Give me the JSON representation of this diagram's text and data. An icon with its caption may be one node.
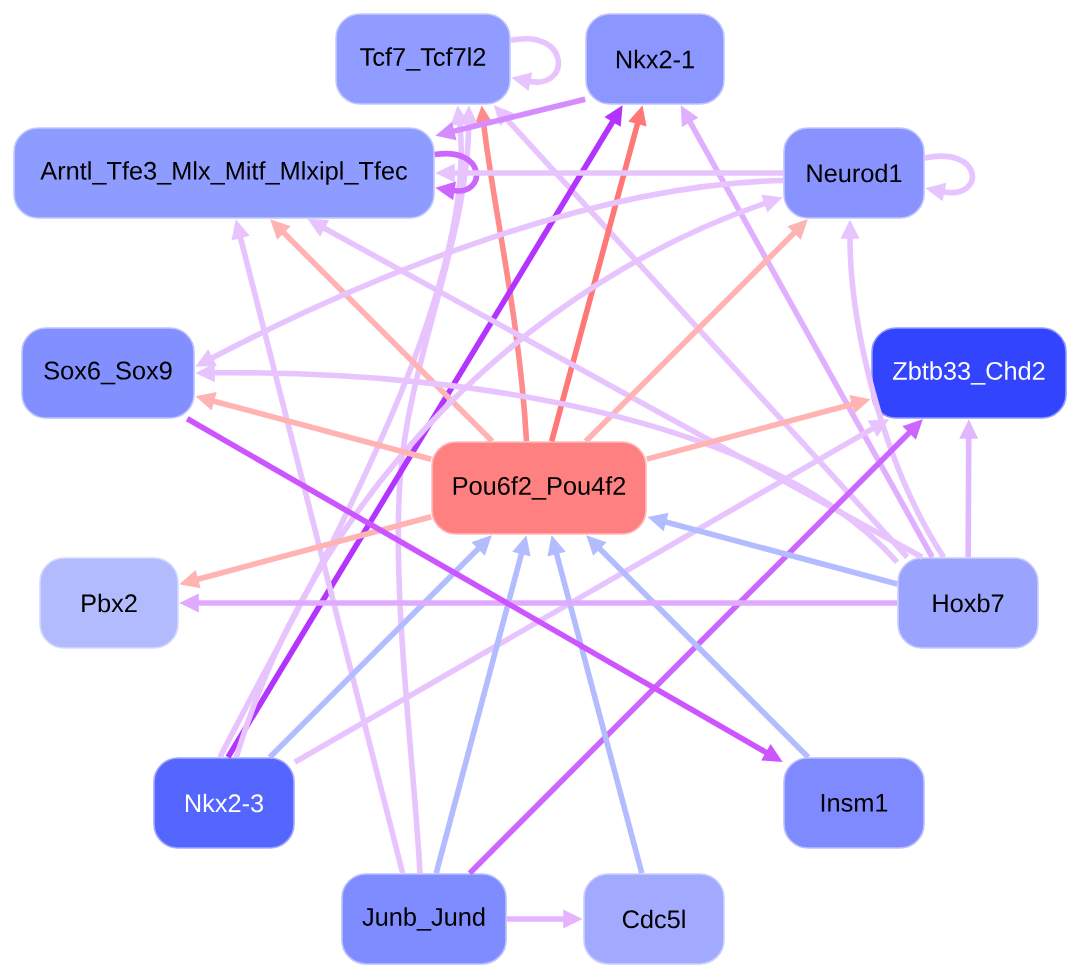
{
  "diagram": {
    "nodes": [
      {
        "text": [
          "Tcf7_Tcf7l2"
        ]
      },
      {
        "text": [
          "Nkx2-1"
        ]
      },
      {
        "text": [
          "Arntl_Tfe3_Mlx_Mitf_Mlxipl_Tfec"
        ]
      },
      {
        "text": [
          "Neurod1"
        ]
      },
      {
        "text": [
          "Sox6_Sox9"
        ]
      },
      {
        "text": [
          "Zbtb33_Chd2"
        ]
      },
      {
        "text": [
          "Pou6f2_Pou4f2"
        ]
      },
      {
        "text": [
          "Pbx2"
        ]
      },
      {
        "text": [
          "Hoxb7"
        ]
      },
      {
        "text": [
          "Nkx2-3"
        ]
      },
      {
        "text": [
          "Insm1"
        ]
      },
      {
        "text": [
          "Junb_Jund"
        ]
      },
      {
        "text": [
          "Cdc5l"
        ]
      }
    ],
    "edges": [
      {
        "from": 0,
        "to": 0,
        "arrow": "to"
      },
      {
        "from": 6,
        "to": 0,
        "arrow": "to",
        "color": "#ff8c8c"
      },
      {
        "from": 9,
        "to": 0,
        "arrow": "to"
      },
      {
        "from": 11,
        "to": 0,
        "arrow": "to"
      },
      {
        "from": 8,
        "to": 0,
        "arrow": "to"
      },
      {
        "from": 6,
        "to": 1,
        "arrow": "to",
        "color": "#ff7777"
      },
      {
        "from": 9,
        "to": 1,
        "arrow": "to",
        "color": "#b333ff"
      },
      {
        "from": 8,
        "to": 1,
        "arrow": "to",
        "color": "#e0b0ff"
      },
      {
        "from": 1,
        "to": 2,
        "arrow": "to",
        "color": "#d48cff"
      },
      {
        "from": 2,
        "to": 2,
        "arrow": "to",
        "color": "#cc66ff"
      },
      {
        "from": 3,
        "to": 2,
        "arrow": "to"
      },
      {
        "from": 6,
        "to": 2,
        "arrow": "to",
        "color": "#ffb3b3"
      },
      {
        "from": 8,
        "to": 2,
        "arrow": "to"
      },
      {
        "from": 11,
        "to": 2,
        "arrow": "to"
      },
      {
        "from": 3,
        "to": 3,
        "arrow": "to"
      },
      {
        "from": 6,
        "to": 3,
        "arrow": "to",
        "color": "#ffb3b3"
      },
      {
        "from": 9,
        "to": 3,
        "arrow": "to"
      },
      {
        "from": 8,
        "to": 3,
        "arrow": "to"
      },
      {
        "from": 3,
        "to": 4,
        "arrow": "to"
      },
      {
        "from": 6,
        "to": 4,
        "arrow": "to",
        "color": "#ffb3b3"
      },
      {
        "from": 8,
        "to": 4,
        "arrow": "to"
      },
      {
        "from": 6,
        "to": 5,
        "arrow": "to",
        "color": "#ffb3b3"
      },
      {
        "from": 8,
        "to": 5,
        "arrow": "to",
        "color": "#e0b8ff"
      },
      {
        "from": 9,
        "to": 5,
        "arrow": "to"
      },
      {
        "from": 11,
        "to": 5,
        "arrow": "to",
        "color": "#cc66ff"
      },
      {
        "from": 9,
        "to": 6,
        "arrow": "to",
        "color": "#b3bcff"
      },
      {
        "from": 11,
        "to": 6,
        "arrow": "to",
        "color": "#b3bcff"
      },
      {
        "from": 12,
        "to": 6,
        "arrow": "to",
        "color": "#b3bcff"
      },
      {
        "from": 10,
        "to": 6,
        "arrow": "to",
        "color": "#b3bcff"
      },
      {
        "from": 8,
        "to": 6,
        "arrow": "to",
        "color": "#b3bcff"
      },
      {
        "from": 6,
        "to": 7,
        "arrow": "to",
        "color": "#ffb3b3"
      },
      {
        "from": 8,
        "to": 7,
        "arrow": "to",
        "color": "#e0aaff"
      },
      {
        "from": 4,
        "to": 10,
        "arrow": "to",
        "color": "#cc55ff"
      },
      {
        "from": 11,
        "to": 12,
        "arrow": "to",
        "color": "#e6b3ff"
      }
    ]
  }
}
